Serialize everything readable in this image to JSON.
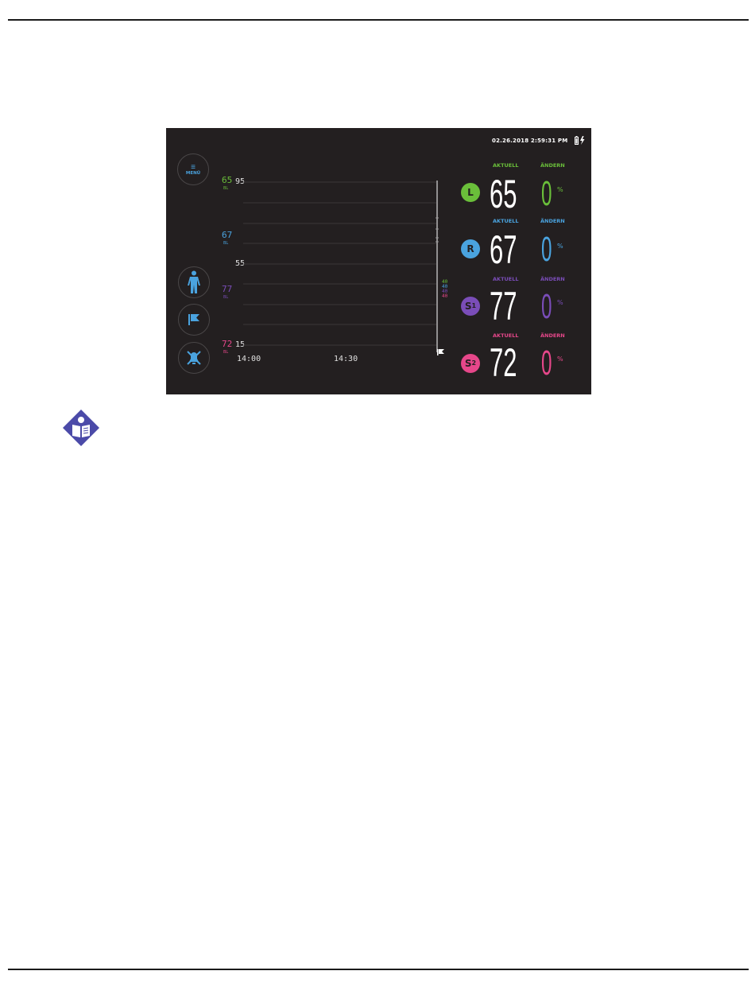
{
  "header": {
    "datetime": "02.26.2018 2:59:31 PM"
  },
  "nav": {
    "menu_label": "MENÜ",
    "menu_glyph": "≡"
  },
  "baselines": [
    {
      "channel": "L",
      "value": "65",
      "sub": "BL",
      "color": "#6abf3a"
    },
    {
      "channel": "R",
      "value": "67",
      "sub": "BL",
      "color": "#4aa3df"
    },
    {
      "channel": "S1",
      "value": "77",
      "sub": "BL",
      "color": "#7a4db8"
    },
    {
      "channel": "S2",
      "value": "72",
      "sub": "BL",
      "color": "#e6478a"
    }
  ],
  "trend": {
    "y_ticks": [
      "95",
      "55",
      "15"
    ],
    "x_labels": [
      "14:00",
      "14:30"
    ],
    "alarm_ticks": [
      "40",
      "40",
      "40",
      "40"
    ]
  },
  "channels": [
    {
      "id": "L",
      "label": "L",
      "sub": "",
      "current_label": "AKTUELL",
      "change_label": "ÄNDERN",
      "current": "65",
      "change": "0",
      "unit": "%",
      "color": "#6abf3a"
    },
    {
      "id": "R",
      "label": "R",
      "sub": "",
      "current_label": "AKTUELL",
      "change_label": "ÄNDERN",
      "current": "67",
      "change": "0",
      "unit": "%",
      "color": "#4aa3df"
    },
    {
      "id": "S1",
      "label": "S",
      "sub": "1",
      "current_label": "AKTUELL",
      "change_label": "ÄNDERN",
      "current": "77",
      "change": "0",
      "unit": "%",
      "color": "#7a4db8"
    },
    {
      "id": "S2",
      "label": "S",
      "sub": "2",
      "current_label": "AKTUELL",
      "change_label": "ÄNDERN",
      "current": "72",
      "change": "0",
      "unit": "%",
      "color": "#e6478a"
    }
  ],
  "colors": {
    "background": "#231f20",
    "accent": "#4aa3df",
    "note_icon": "#4b4aa8"
  },
  "icons": [
    "menu-icon",
    "body-icon",
    "flag-icon",
    "alarm-mute-icon",
    "battery-icon",
    "charging-icon",
    "note-icon"
  ]
}
